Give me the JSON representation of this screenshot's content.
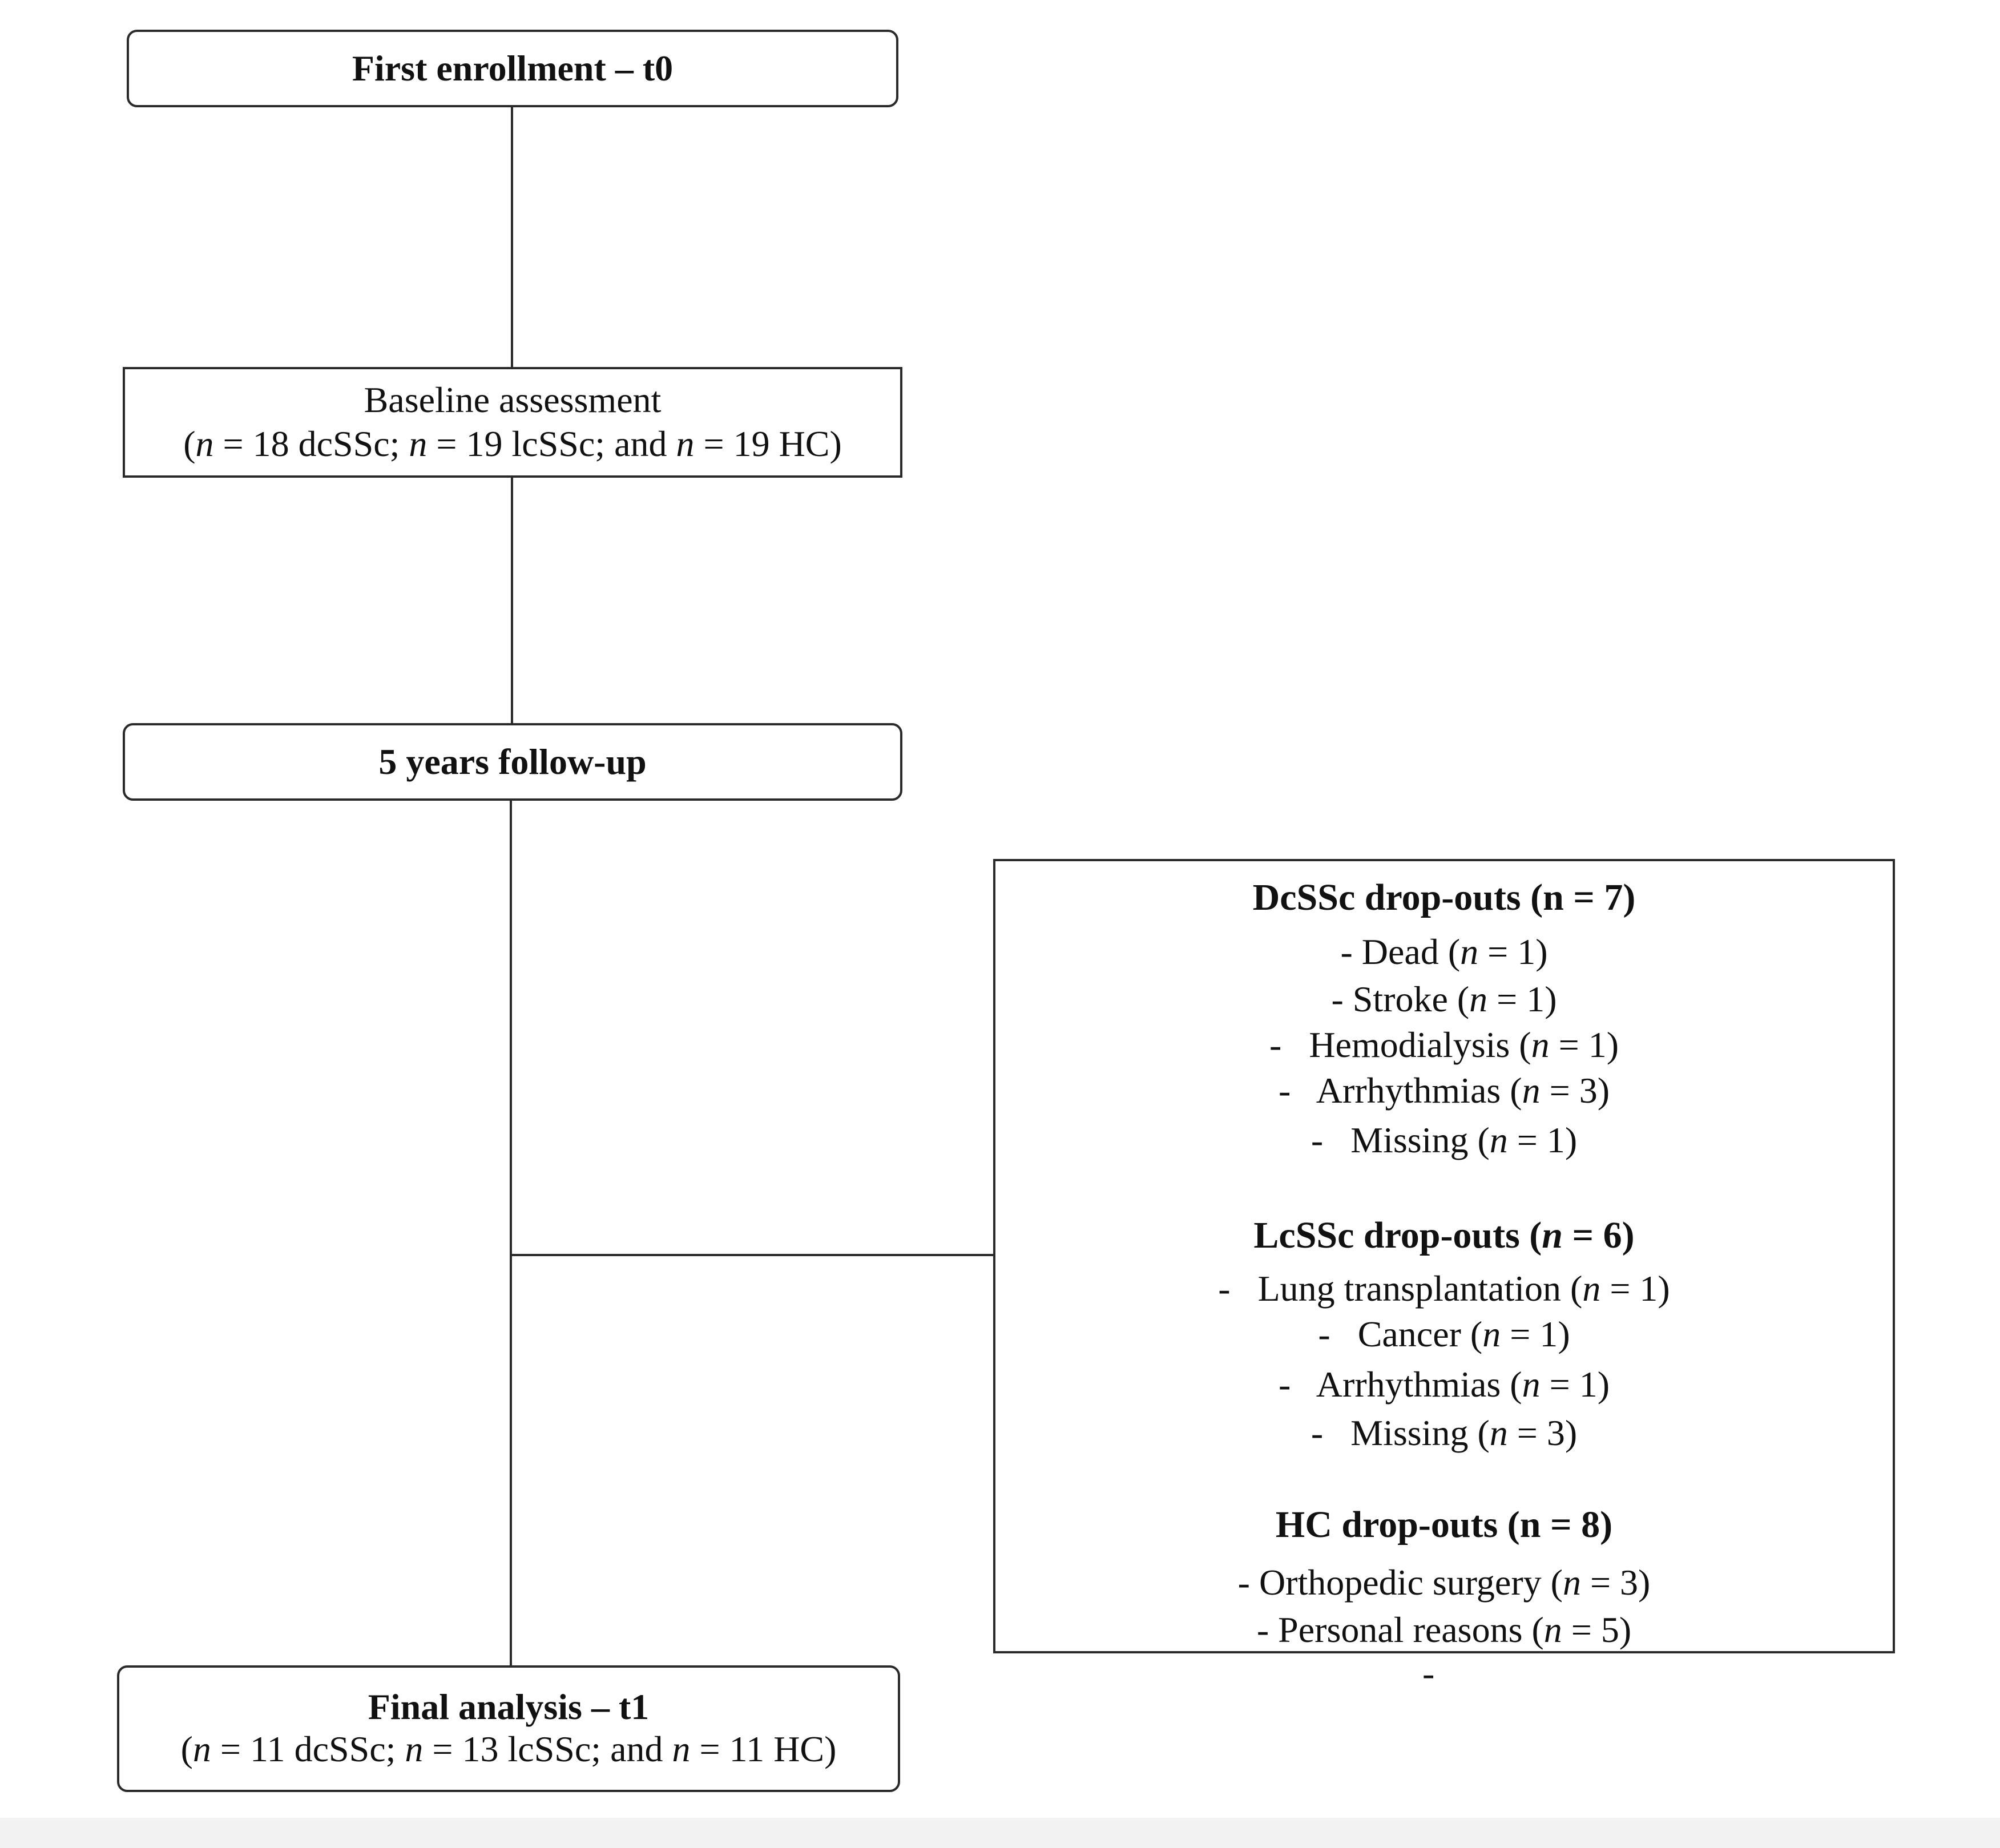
{
  "top_box": {
    "title": "First enrollment – t0"
  },
  "baseline_box": {
    "title": "Baseline assessment",
    "detail": "(n = 18 dcSSc; n = 19 lcSSc; and n = 19 HC)"
  },
  "followup_box": {
    "title": "5 years follow-up"
  },
  "final_box": {
    "title": "Final analysis – t1",
    "detail": "(n = 11 dcSSc; n = 13 lcSSc; and n = 11 HC)"
  },
  "dropouts": {
    "dcssc": {
      "title": "DcSSc drop-outs (n = 7)",
      "items": [
        "- Dead (n = 1)",
        "- Stroke (n = 1)",
        "-   Hemodialysis (n = 1)",
        "-   Arrhythmias (n = 3)",
        "-   Missing (n = 1)"
      ]
    },
    "lcssc": {
      "title": "LcSSc drop-outs (n = 6)",
      "items": [
        "-   Lung transplantation (n = 1)",
        "-   Cancer (n = 1)",
        "-   Arrhythmias (n = 1)",
        "-   Missing (n = 3)"
      ]
    },
    "hc": {
      "title": "HC drop-outs (n = 8)",
      "items": [
        "- Orthopedic surgery (n = 3)",
        "- Personal reasons (n = 5)"
      ]
    },
    "trailing_dash": "-"
  }
}
